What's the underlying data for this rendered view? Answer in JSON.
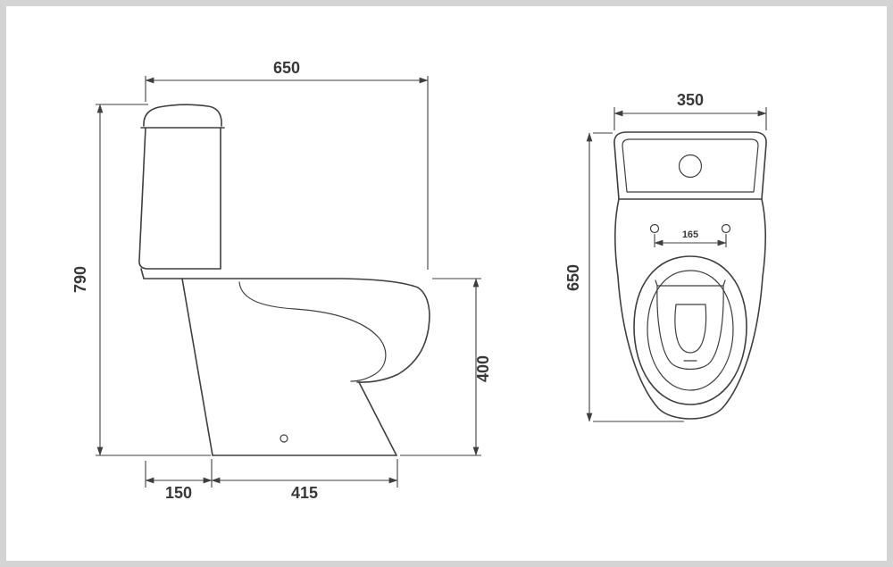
{
  "colors": {
    "line": "#3f3f3f",
    "text": "#383838",
    "frame": "#d4d4d4",
    "background": "#ffffff"
  },
  "side_view": {
    "dims": {
      "overall_depth": "650",
      "overall_height": "790",
      "rim_height": "400",
      "base_offset": "150",
      "base_length": "415"
    }
  },
  "top_view": {
    "dims": {
      "overall_width": "350",
      "overall_depth": "650",
      "bolt_spacing": "165"
    }
  }
}
